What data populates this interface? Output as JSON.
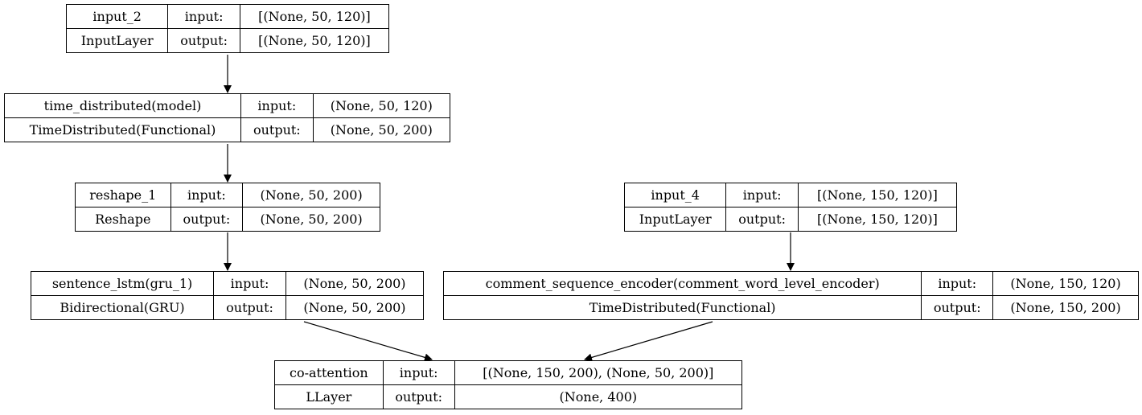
{
  "nodes": {
    "input_2": {
      "name": "input_2",
      "type": "InputLayer",
      "in_label": "input:",
      "out_label": "output:",
      "in_shape": "[(None, 50, 120)]",
      "out_shape": "[(None, 50, 120)]"
    },
    "time_distributed": {
      "name": "time_distributed(model)",
      "type": "TimeDistributed(Functional)",
      "in_label": "input:",
      "out_label": "output:",
      "in_shape": "(None, 50, 120)",
      "out_shape": "(None, 50, 200)"
    },
    "reshape_1": {
      "name": "reshape_1",
      "type": "Reshape",
      "in_label": "input:",
      "out_label": "output:",
      "in_shape": "(None, 50, 200)",
      "out_shape": "(None, 50, 200)"
    },
    "sentence_lstm": {
      "name": "sentence_lstm(gru_1)",
      "type": "Bidirectional(GRU)",
      "in_label": "input:",
      "out_label": "output:",
      "in_shape": "(None, 50, 200)",
      "out_shape": "(None, 50, 200)"
    },
    "input_4": {
      "name": "input_4",
      "type": "InputLayer",
      "in_label": "input:",
      "out_label": "output:",
      "in_shape": "[(None, 150, 120)]",
      "out_shape": "[(None, 150, 120)]"
    },
    "comment_sequence_encoder": {
      "name": "comment_sequence_encoder(comment_word_level_encoder)",
      "type": "TimeDistributed(Functional)",
      "in_label": "input:",
      "out_label": "output:",
      "in_shape": "(None, 150, 120)",
      "out_shape": "(None, 150, 200)"
    },
    "co_attention": {
      "name": "co-attention",
      "type": "LLayer",
      "in_label": "input:",
      "out_label": "output:",
      "in_shape": "[(None, 150, 200), (None, 50, 200)]",
      "out_shape": "(None, 400)"
    }
  },
  "edges": [
    [
      "input_2",
      "time_distributed"
    ],
    [
      "time_distributed",
      "reshape_1"
    ],
    [
      "reshape_1",
      "sentence_lstm"
    ],
    [
      "input_4",
      "comment_sequence_encoder"
    ],
    [
      "sentence_lstm",
      "co_attention"
    ],
    [
      "comment_sequence_encoder",
      "co_attention"
    ]
  ]
}
